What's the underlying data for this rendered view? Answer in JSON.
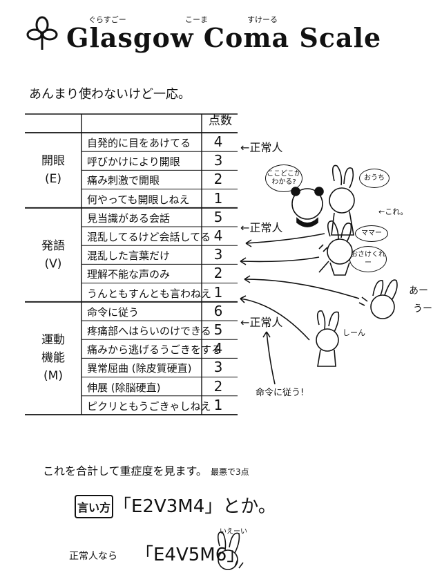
{
  "header": {
    "title": "Glasgow Coma Scale",
    "ruby_glasgow": "ぐらすごー",
    "ruby_coma": "こーま",
    "ruby_scale": "すけーる"
  },
  "intro": "あんまり使わないけど一応。",
  "table": {
    "score_header": "点数",
    "categories": [
      {
        "label": "開眼\n(E)",
        "rows": [
          {
            "text": "自発的に目をあけてる",
            "score": "4"
          },
          {
            "text": "呼びかけにより開眼",
            "score": "3"
          },
          {
            "text": "痛み刺激で開眼",
            "score": "2"
          },
          {
            "text": "何やっても開眼しねえ",
            "score": "1"
          }
        ]
      },
      {
        "label": "発語\n(V)",
        "rows": [
          {
            "text": "見当識がある会話",
            "score": "5"
          },
          {
            "text": "混乱してるけど会話してる",
            "score": "4"
          },
          {
            "text": "混乱した言葉だけ",
            "score": "3"
          },
          {
            "text": "理解不能な声のみ",
            "score": "2"
          },
          {
            "text": "うんともすんとも言わねえ",
            "score": "1"
          }
        ]
      },
      {
        "label": "運動\n機能\n(M)",
        "rows": [
          {
            "text": "命令に従う",
            "score": "6"
          },
          {
            "text": "疼痛部へはらいのけできる",
            "score": "5"
          },
          {
            "text": "痛みから逃げるうごきをする",
            "score": "4"
          },
          {
            "text": "異常屈曲 (除皮質硬直)",
            "score": "3"
          },
          {
            "text": "伸展 (除脳硬直)",
            "score": "2"
          },
          {
            "text": "ピクリともうごきゃしねえ",
            "score": "1"
          }
        ]
      }
    ]
  },
  "annotations": {
    "normal1": "←正常人",
    "normal2": "←正常人",
    "normal3": "←正常人",
    "bubble_where": "ここどこかわかる?",
    "bubble_home": "おうち",
    "this": "←これ。",
    "bubble_mama": "ママー",
    "bubble_sake": "おさけくれー",
    "ah": "あー",
    "u": "うー",
    "shin": "しーん",
    "obey": "命令に従う!"
  },
  "footer": {
    "line1": "これを合計して重症度を見ます。",
    "line1_small": "最悪で3点",
    "box_label": "言い方",
    "example": "「E2V3M4」とか。",
    "normal_label": "正常人なら",
    "normal_value": "「E4V5M6」",
    "iee": "いえーい"
  }
}
